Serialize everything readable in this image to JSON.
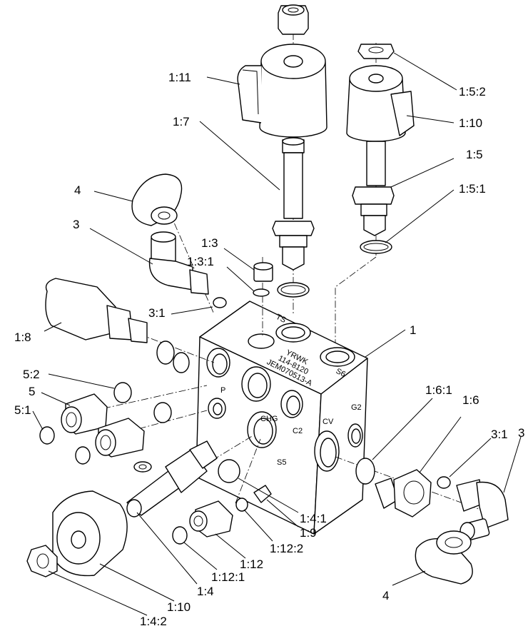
{
  "callouts": {
    "c_1_11": "1:11",
    "c_1_5_2": "1:5:2",
    "c_1_7": "1:7",
    "c_1_10_top": "1:10",
    "c_1_5": "1:5",
    "c_4_top": "4",
    "c_1_5_1": "1:5:1",
    "c_3_left": "3",
    "c_1_3": "1:3",
    "c_1_3_1": "1:3:1",
    "c_3_1_left": "3:1",
    "c_1_8": "1:8",
    "c_1": "1",
    "c_5_2": "5:2",
    "c_5": "5",
    "c_5_1": "5:1",
    "c_1_6_1": "1:6:1",
    "c_1_6": "1:6",
    "c_3_1_right": "3:1",
    "c_3_right": "3",
    "c_1_4_1": "1:4:1",
    "c_1_9": "1:9",
    "c_1_12_2": "1:12:2",
    "c_1_12": "1:12",
    "c_1_12_1": "1:12:1",
    "c_1_4": "1:4",
    "c_1_10_bottom": "1:10",
    "c_1_4_2": "1:4:2",
    "c_4_bottom": "4"
  },
  "block_stamp": {
    "line1": "YRWK",
    "line2": "114-8120",
    "line3": "JEM070513-A"
  },
  "port_labels": {
    "ts": "TS",
    "s6": "S6",
    "p": "P",
    "chg": "CHG",
    "c2": "C2",
    "cv": "CV",
    "g2": "G2",
    "s5": "S5"
  }
}
